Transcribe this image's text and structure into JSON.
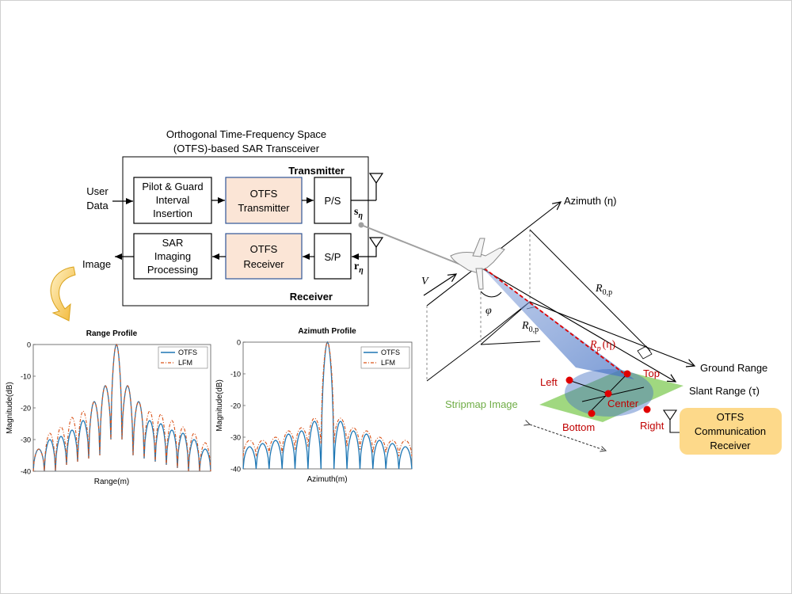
{
  "transceiver": {
    "title_line1": "Orthogonal Time-Frequency Space",
    "title_line2": "(OTFS)-based SAR Transceiver",
    "transmitter_label": "Transmitter",
    "receiver_label": "Receiver",
    "user_data_line1": "User",
    "user_data_line2": "Data",
    "pilot_line1": "Pilot & Guard",
    "pilot_line2": "Interval",
    "pilot_line3": "Insertion",
    "otfs_tx_line1": "OTFS",
    "otfs_tx_line2": "Transmitter",
    "ps_label": "P/S",
    "sar_line1": "SAR",
    "sar_line2": "Imaging",
    "sar_line3": "Processing",
    "otfs_rx_line1": "OTFS",
    "otfs_rx_line2": "Receiver",
    "sp_label": "S/P",
    "image_label": "Image",
    "s_eta_main": "s",
    "r_eta_main": "r",
    "eta_sub": "η"
  },
  "geometry": {
    "azimuth_label": "Azimuth (η)",
    "ground_range_label": "Ground Range",
    "slant_range_label": "Slant Range (τ)",
    "velocity_label": "V",
    "angle_label": "φ",
    "r0p_label": "R",
    "r0p_sub": "0,p",
    "rp_label": "R",
    "rp_sub": "p",
    "rp_arg": "(η)",
    "stripmap_label": "Stripmap Image",
    "points": {
      "left": "Left",
      "top": "Top",
      "center": "Center",
      "bottom": "Bottom",
      "right": "Right"
    },
    "comm_line1": "OTFS",
    "comm_line2": "Communication",
    "comm_line3": "Receiver"
  },
  "colors": {
    "box_fill_highlight": "#fbe5d6",
    "box_border_highlight": "#2f5597",
    "ground_green": "#8fd16a",
    "beam_blue": "#4472c4",
    "red_points": "#e00000",
    "label_red": "#c00000",
    "comm_box": "#fdd98a",
    "otfs_series": "#1f77b4",
    "lfm_series": "#d95319",
    "stripmap_label": "#70ad47",
    "curve_arrow": "#f2b632"
  },
  "chart_data": [
    {
      "type": "line",
      "title": "Range Profile",
      "xlabel": "Range(m)",
      "ylabel": "Magnitude(dB)",
      "ylim": [
        -40,
        0
      ],
      "yticks": [
        "0",
        "-10",
        "-20",
        "-30",
        "-40"
      ],
      "legend": [
        "OTFS",
        "LFM"
      ],
      "legend_position": "top-right",
      "series": [
        {
          "name": "OTFS",
          "lobes": [
            -33,
            -30,
            -29,
            -27,
            -24,
            -18,
            -13,
            0,
            -13,
            -18,
            -24,
            -25,
            -27,
            -28,
            -30,
            -33
          ],
          "nulls": [
            -40,
            -40,
            -38,
            -37,
            -36,
            -35,
            -30,
            -30,
            -35,
            -36,
            -37,
            -38,
            -39,
            -40,
            -40
          ]
        },
        {
          "name": "LFM",
          "lobes": [
            -33,
            -28,
            -26,
            -23,
            -21,
            -18,
            -13,
            0,
            -13,
            -18,
            -21,
            -22,
            -24,
            -26,
            -28,
            -31
          ],
          "nulls": [
            -40,
            -40,
            -38,
            -37,
            -36,
            -35,
            -30,
            -30,
            -35,
            -36,
            -37,
            -38,
            -39,
            -40,
            -40
          ]
        }
      ]
    },
    {
      "type": "line",
      "title": "Azimuth Profile",
      "xlabel": "Azimuth(m)",
      "ylabel": "Magnitude(dB)",
      "ylim": [
        -40,
        0
      ],
      "yticks": [
        "0",
        "-10",
        "-20",
        "-30",
        "-40"
      ],
      "legend": [
        "OTFS",
        "LFM"
      ],
      "legend_position": "top-right",
      "series": [
        {
          "name": "OTFS",
          "lobes": [
            -33,
            -32,
            -31,
            -29,
            -28,
            -25,
            0,
            -25,
            -28,
            -29,
            -31,
            -32,
            -33
          ],
          "nulls": [
            -40,
            -40,
            -40,
            -40,
            -40,
            -40,
            -40,
            -40,
            -40,
            -40,
            -40,
            -40
          ]
        },
        {
          "name": "LFM",
          "lobes": [
            -31,
            -31,
            -30,
            -28,
            -27,
            -24,
            0,
            -24,
            -27,
            -28,
            -30,
            -31,
            -31
          ],
          "nulls": [
            -36,
            -35,
            -35,
            -34,
            -33,
            -32,
            -32,
            -33,
            -34,
            -35,
            -35,
            -36
          ]
        }
      ]
    }
  ]
}
